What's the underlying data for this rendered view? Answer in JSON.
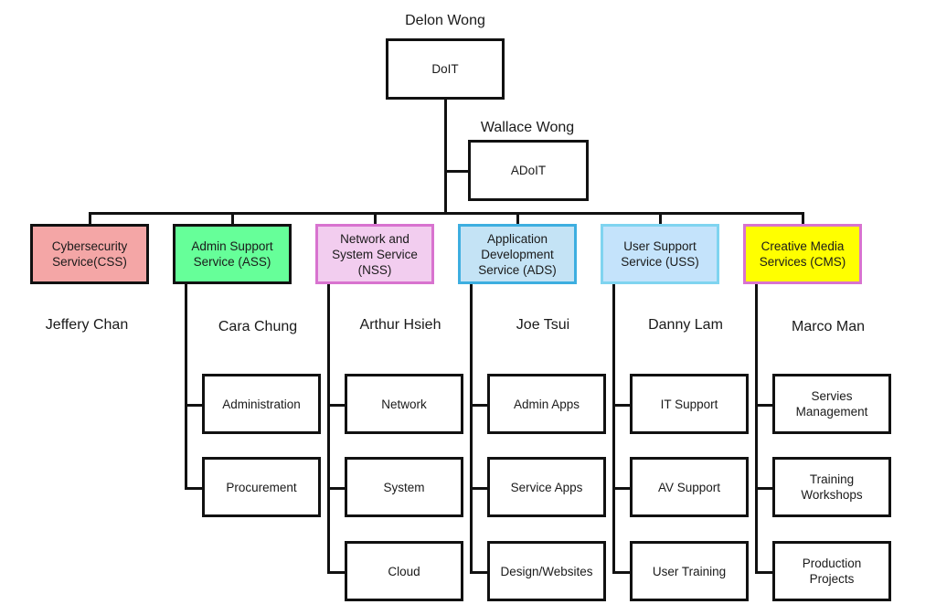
{
  "root": {
    "title": "DoIT",
    "head": "Delon Wong"
  },
  "assistant": {
    "title": "ADoIT",
    "head": "Wallace Wong"
  },
  "departments": [
    {
      "title": "Cybersecurity Service(CSS)",
      "head": "Jeffery Chan",
      "fill": "#f4a6a6",
      "border": "#111111",
      "children": []
    },
    {
      "title": "Admin Support Service (ASS)",
      "head": "Cara Chung",
      "fill": "#66ff99",
      "border": "#111111",
      "children": [
        "Administration",
        "Procurement"
      ]
    },
    {
      "title": "Network and System Service (NSS)",
      "head": "Arthur Hsieh",
      "fill": "#f2cdef",
      "border": "#d873cf",
      "children": [
        "Network",
        "System",
        "Cloud"
      ]
    },
    {
      "title": "Application Development Service (ADS)",
      "head": "Joe Tsui",
      "fill": "#c4e3f5",
      "border": "#3daee0",
      "children": [
        "Admin Apps",
        "Service Apps",
        "Design/Websites"
      ]
    },
    {
      "title": "User Support Service (USS)",
      "head": "Danny Lam",
      "fill": "#c4e3fb",
      "border": "#7fd4f0",
      "children": [
        "IT Support",
        "AV Support",
        "User Training"
      ]
    },
    {
      "title": "Creative Media Services (CMS)",
      "head": "Marco Man",
      "fill": "#ffff00",
      "border": "#d873cf",
      "children": [
        "Servies Management",
        "Training Workshops",
        "Production Projects"
      ]
    }
  ]
}
